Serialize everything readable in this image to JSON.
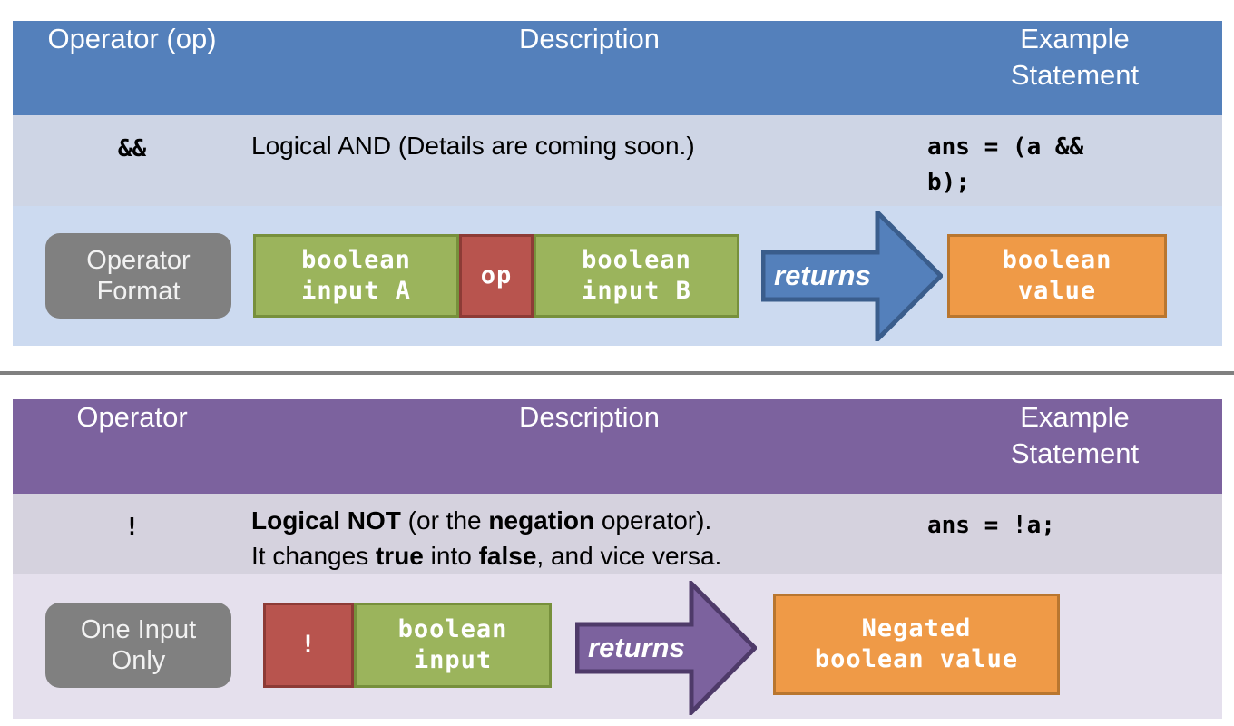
{
  "blocks": [
    {
      "id": "logical-and",
      "theme": "blue",
      "accent": "#5480bb",
      "body_bg": "#ced5e5",
      "band_bg": "#ccdaf0",
      "headers": [
        "Operator (op)",
        "Description",
        "Example\nStatement"
      ],
      "header_op": "Operator (op)",
      "header_desc": "Description",
      "header_example_line1": "Example",
      "header_example_line2": "Statement",
      "row": {
        "operator": "&&",
        "description": "Logical AND (Details are coming soon.)",
        "example_line1": "ans = (a &&",
        "example_line2": "b);"
      },
      "diagram": {
        "tag_line1": "Operator",
        "tag_line2": "Format",
        "input_a_line1": "boolean",
        "input_a_line2": "input A",
        "operator_chip": "op",
        "input_b_line1": "boolean",
        "input_b_line2": "input B",
        "arrow_label": "returns",
        "arrow_color": "#5480bb",
        "arrow_stroke": "#3a5d8c",
        "result_line1": "boolean",
        "result_line2": "value"
      }
    },
    {
      "id": "logical-not",
      "theme": "purple",
      "accent": "#7c629e",
      "body_bg": "#d5d2de",
      "band_bg": "#e5e0ed",
      "headers": [
        "Operator",
        "Description",
        "Example\nStatement"
      ],
      "header_op": "Operator",
      "header_desc": "Description",
      "header_example_line1": "Example",
      "header_example_line2": "Statement",
      "row": {
        "operator": "!",
        "description_line1_bold": "Logical NOT",
        "description_line1_rest": " (or the ",
        "description_line1_bold2": "negation",
        "description_line1_tail": " operator).",
        "description_line2_a": "It changes ",
        "description_line2_bold": "true",
        "description_line2_b": " into ",
        "description_line2_bold2": "false",
        "description_line2_tail": ", and vice versa.",
        "example": "ans = !a;"
      },
      "diagram": {
        "tag_line1": "One Input",
        "tag_line2": "Only",
        "operator_chip": "!",
        "input_line1": "boolean",
        "input_line2": "input",
        "arrow_label": "returns",
        "arrow_color": "#7c629e",
        "arrow_stroke": "#4e3a69",
        "result_line1": "Negated",
        "result_line2": "boolean value"
      }
    }
  ]
}
